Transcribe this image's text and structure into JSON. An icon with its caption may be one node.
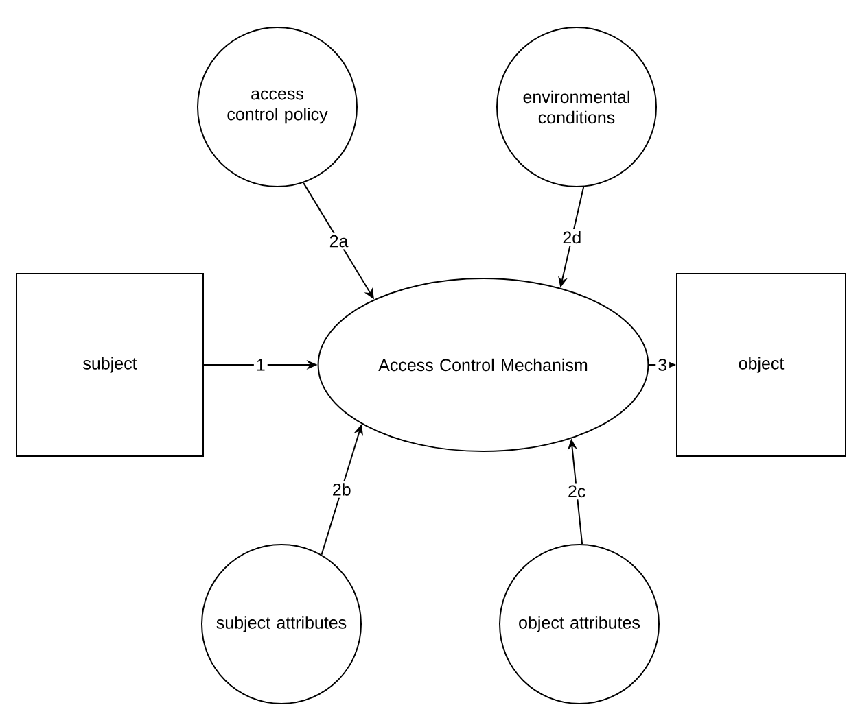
{
  "diagram": {
    "nodes": [
      {
        "text": [
          "access control policy"
        ]
      },
      {
        "text": [
          "environmental conditions"
        ]
      },
      {
        "text": [
          "subject"
        ]
      },
      {
        "text": [
          "Access Control Mechanism"
        ]
      },
      {
        "text": [
          "object"
        ]
      },
      {
        "text": [
          "subject attributes"
        ]
      },
      {
        "text": [
          "object attributes"
        ]
      }
    ],
    "edges": [
      {
        "from": 2,
        "to": 3,
        "arrow": "to",
        "label": "1"
      },
      {
        "from": 0,
        "to": 3,
        "arrow": "to",
        "label": "2a"
      },
      {
        "from": 5,
        "to": 3,
        "arrow": "to",
        "label": "2b"
      },
      {
        "from": 6,
        "to": 3,
        "arrow": "to",
        "label": "2c"
      },
      {
        "from": 1,
        "to": 3,
        "arrow": "to",
        "label": "2d"
      },
      {
        "from": 3,
        "to": 4,
        "arrow": "to",
        "label": "3"
      }
    ]
  }
}
